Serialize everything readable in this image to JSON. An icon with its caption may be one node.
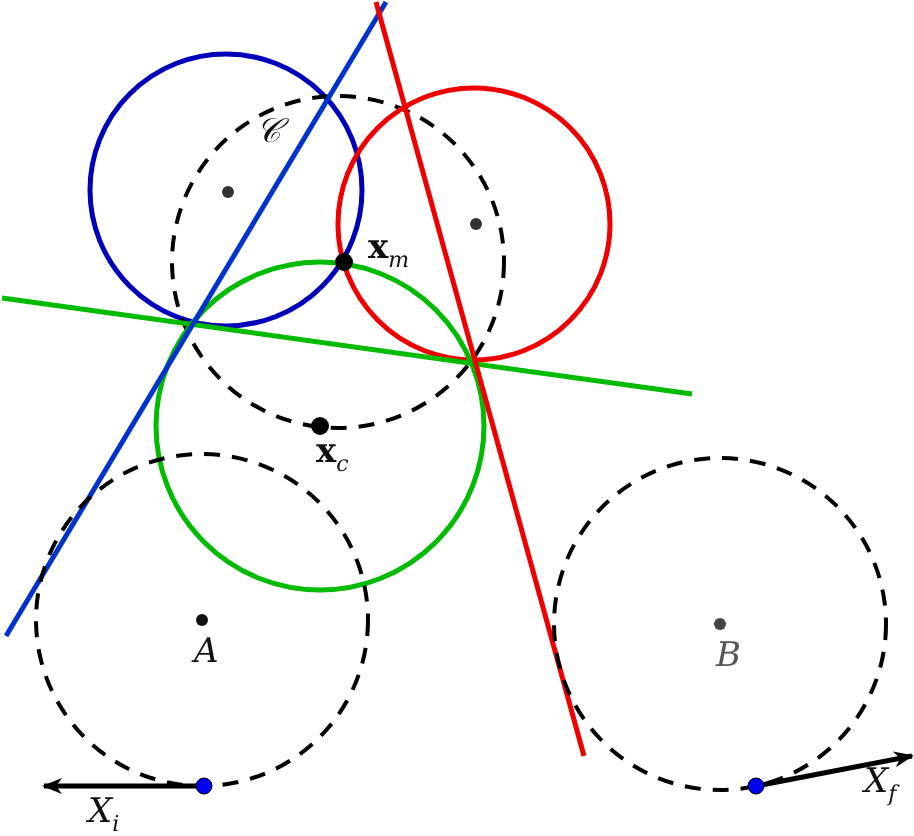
{
  "diagram": {
    "labels": [
      "𝒞",
      "**x**$_{m}$",
      "**x**$_{c}$",
      "A",
      "B",
      "X$_{i}$",
      "X$_{f}$"
    ]
  }
}
